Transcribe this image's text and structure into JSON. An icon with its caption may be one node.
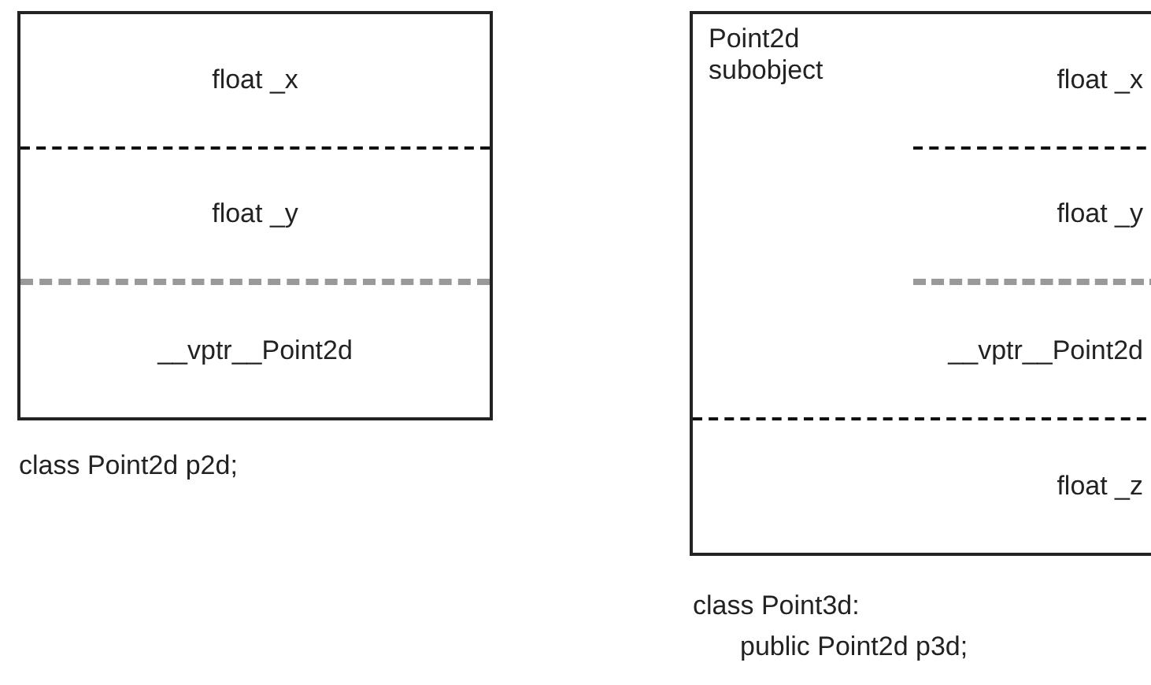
{
  "diagram": {
    "nodes": [
      {
        "text": [],
        "shape": "box",
        "beside": [
          "class Point2d p2d;"
        ]
      },
      {
        "text": [
          "float _x"
        ],
        "in": 0
      },
      {
        "text": [
          "float _y"
        ],
        "in": 0
      },
      {
        "text": [
          "__vptr__Point2d"
        ],
        "in": 0
      },
      {
        "text": [],
        "shape": "box",
        "beside": [
          "class Point3d: public Point2d p3d;"
        ]
      },
      {
        "text": [
          "Point2d subobject"
        ],
        "in": 4
      },
      {
        "text": [
          "float _x"
        ],
        "in": 5
      },
      {
        "text": [
          "float _y"
        ],
        "in": 5
      },
      {
        "text": [
          "__vptr__Point2d"
        ],
        "in": 5
      },
      {
        "text": [
          "float _z"
        ],
        "in": 4
      }
    ],
    "edges": []
  }
}
